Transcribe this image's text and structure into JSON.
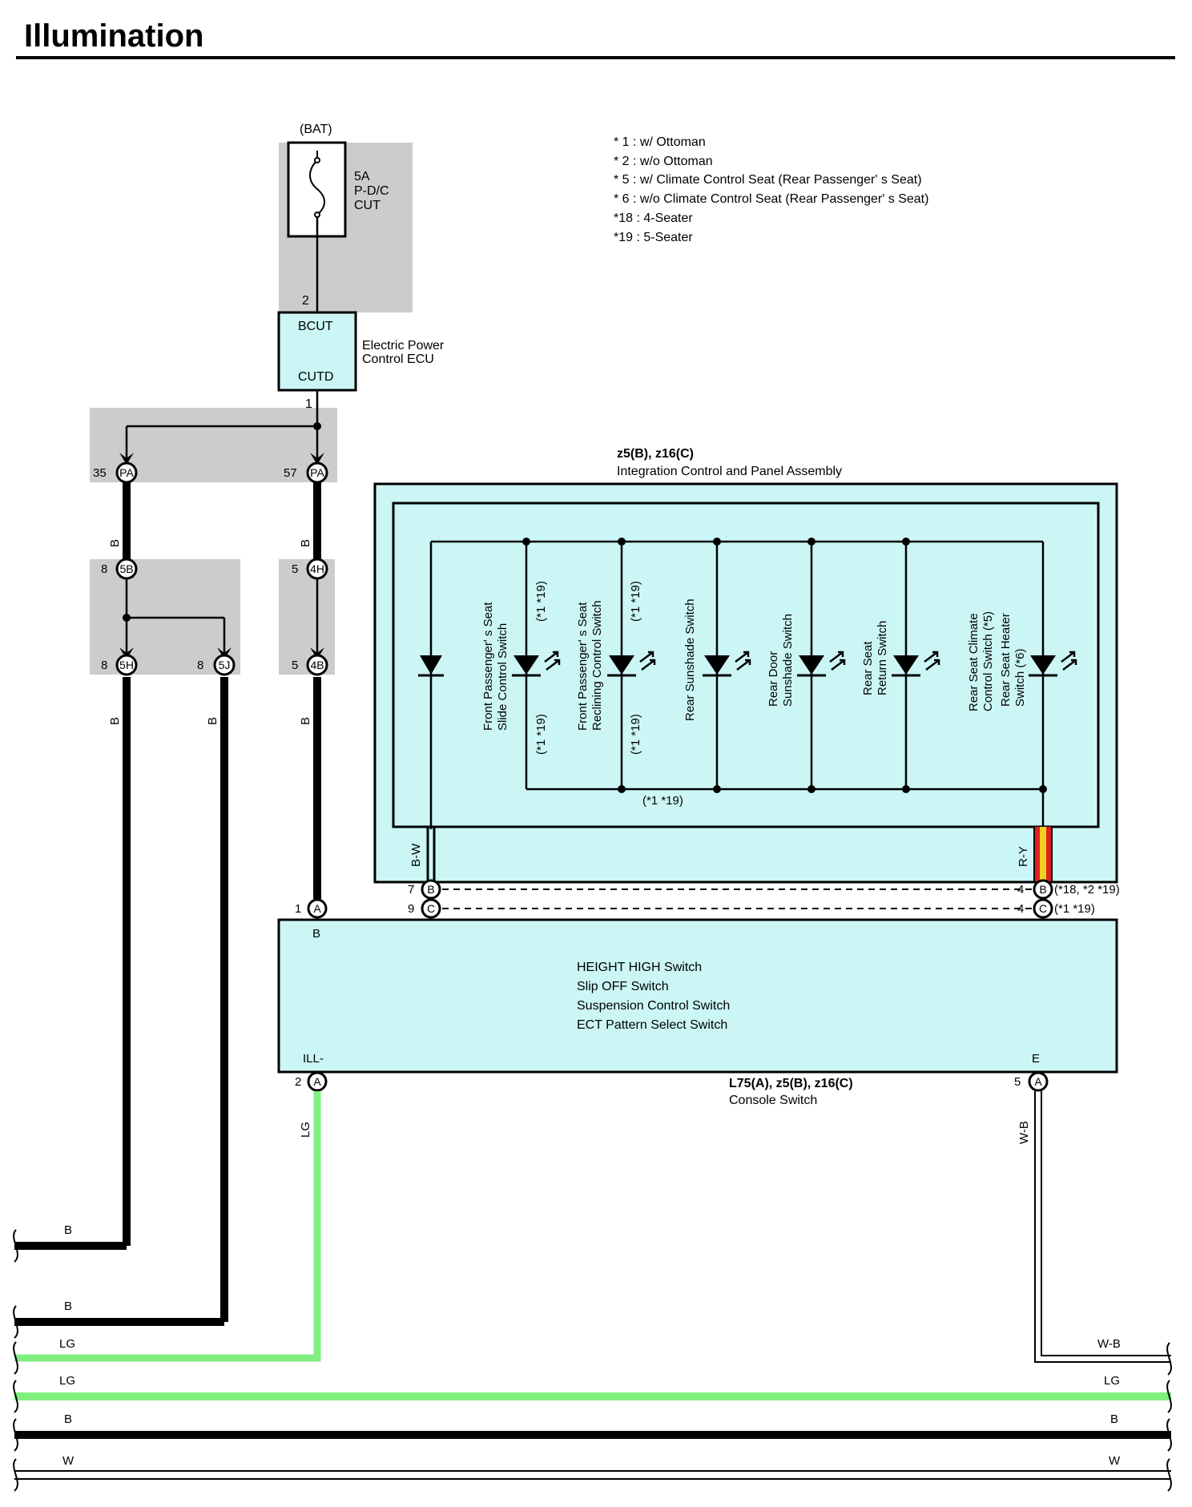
{
  "title": "Illumination",
  "notes": [
    "* 1 : w/ Ottoman",
    "* 2 : w/o Ottoman",
    "* 5 : w/ Climate Control Seat  (Rear Passenger' s Seat)",
    "* 6 : w/o Climate Control Seat  (Rear Passenger' s Seat)",
    "*18 : 4-Seater",
    "*19 : 5-Seater"
  ],
  "fuse": {
    "source": "(BAT)",
    "rating": "5A",
    "name_line1": "P-D/C",
    "name_line2": "CUT",
    "pin": "2"
  },
  "ecu": {
    "top_label": "BCUT",
    "bottom_label": "CUTD",
    "name_line1": "Electric Power",
    "name_line2": "Control ECU",
    "pin": "1"
  },
  "connectors": {
    "pa_left": {
      "pin": "35",
      "code": "PA"
    },
    "pa_right": {
      "pin": "57",
      "code": "PA"
    },
    "c5b": {
      "pin": "8",
      "code": "5B"
    },
    "c4h": {
      "pin": "5",
      "code": "4H"
    },
    "c5h": {
      "pin": "8",
      "code": "5H"
    },
    "c5j": {
      "pin": "8",
      "code": "5J"
    },
    "c4b": {
      "pin": "5",
      "code": "4B"
    },
    "b7": {
      "pin": "7",
      "code": "B"
    },
    "c9": {
      "pin": "9",
      "code": "C"
    },
    "a1": {
      "pin": "1",
      "code": "A"
    },
    "b4": {
      "pin": "4",
      "code": "B"
    },
    "c4": {
      "pin": "4",
      "code": "C"
    },
    "a2": {
      "pin": "2",
      "code": "A"
    },
    "a5": {
      "pin": "5",
      "code": "A"
    }
  },
  "wire_colors": {
    "b": "B",
    "lg": "LG",
    "w": "W",
    "wb": "W-B",
    "bw": "B-W",
    "ry": "R-Y"
  },
  "panel": {
    "title_line1": "z5(B), z16(C)",
    "title_line2": "Integration Control  and Panel Assembly",
    "switches": [
      {
        "line1": "Front Passenger' s Seat",
        "line2": "Slide Control Switch",
        "note_top": "(*1 *19)",
        "note_bottom": "(*1 *19)"
      },
      {
        "line1": "Front Passenger' s Seat",
        "line2": "Reclining Control Switch",
        "note_top": "(*1 *19)",
        "note_bottom": "(*1 *19)"
      },
      {
        "line1": "Rear Sunshade Switch",
        "line2": "",
        "note_top": "",
        "note_bottom": ""
      },
      {
        "line1": "Rear Door",
        "line2": "Sunshade Switch",
        "note_top": "",
        "note_bottom": ""
      },
      {
        "line1": "Rear Seat",
        "line2": "Return Switch",
        "note_top": "",
        "note_bottom": ""
      },
      {
        "line1": "Rear Seat Climate",
        "line2": "Control Switch (*5)",
        "line3": "Rear Seat Heater",
        "line4": "Switch (*6)",
        "note_top": "",
        "note_bottom": ""
      }
    ],
    "bus_note": "(*1 *19)",
    "note_b4": "(*18,  *2 *19)",
    "note_c4": "(*1 *19)"
  },
  "console": {
    "switches": [
      "HEIGHT HIGH Switch",
      "Slip OFF Switch",
      "Suspension Control Switch",
      "ECT Pattern Select Switch"
    ],
    "pin_b": "B",
    "pin_ill": "ILL-",
    "pin_e": "E",
    "title_line1": "L75(A), z5(B), z16(C)",
    "title_line2": "Console Switch"
  },
  "colors": {
    "lg_wire": "#80ef80",
    "ry_red": "#e02020",
    "ry_yellow": "#f0d020",
    "panel_fill": "#ccf6f6",
    "shade": "#cccccc"
  }
}
